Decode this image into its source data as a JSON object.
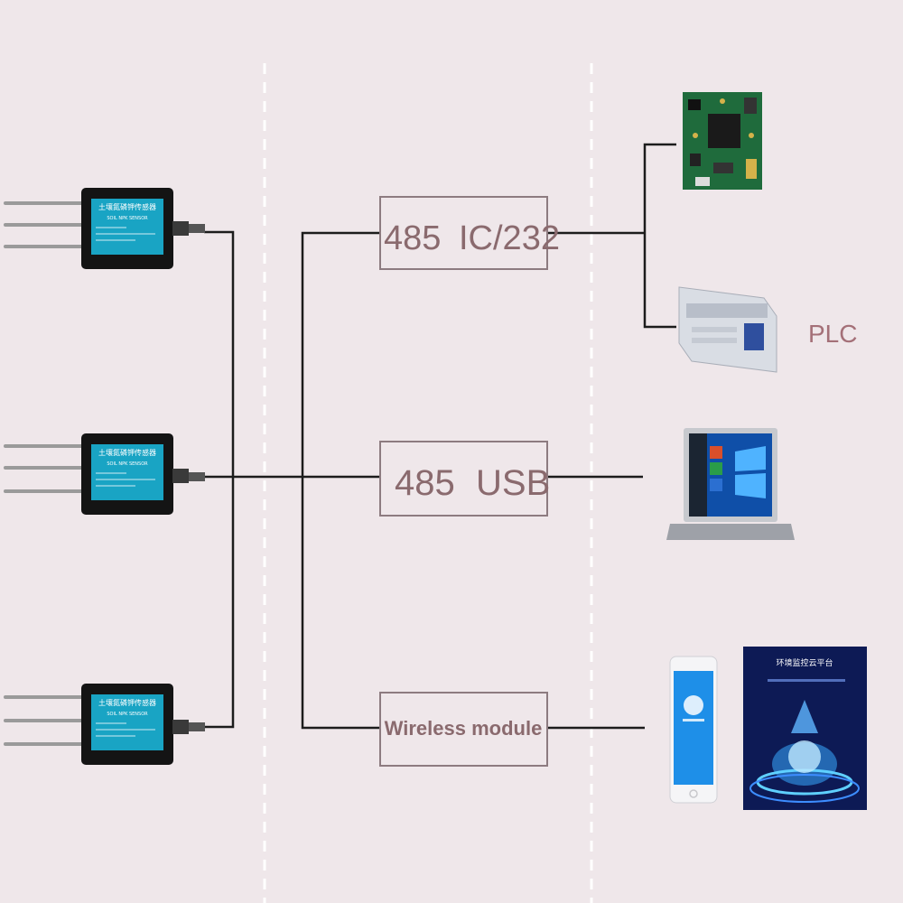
{
  "colors": {
    "background": "#efe7ea",
    "line": "#1c1c1c",
    "divider": "#ffffff",
    "box_border": "#8d7b80",
    "box_text": "#8a6a6e",
    "sensor_body": "#141414",
    "sensor_label": "#19a4c4",
    "plc_text": "#a47078"
  },
  "sensors": [
    {
      "name": "sensor-top",
      "title": "土壤氮磷钾传感器",
      "subtitle": "SOIL NPK SENSOR"
    },
    {
      "name": "sensor-middle",
      "title": "土壤氮磷钾传感器",
      "subtitle": "SOIL NPK SENSOR"
    },
    {
      "name": "sensor-bottom",
      "title": "土壤氮磷钾传感器",
      "subtitle": "SOIL NPK SENSOR"
    }
  ],
  "converters": {
    "top": {
      "left": "485",
      "right": "IC/232"
    },
    "middle": {
      "left": "485",
      "right": "USB"
    },
    "bottom": {
      "label": "Wireless module"
    }
  },
  "devices": {
    "plc_label": "PLC",
    "platform_title": "环境监控云平台"
  },
  "icons": [
    "circuit-board-icon",
    "plc-device-icon",
    "laptop-icon",
    "smartphone-icon",
    "cloud-platform-icon"
  ]
}
